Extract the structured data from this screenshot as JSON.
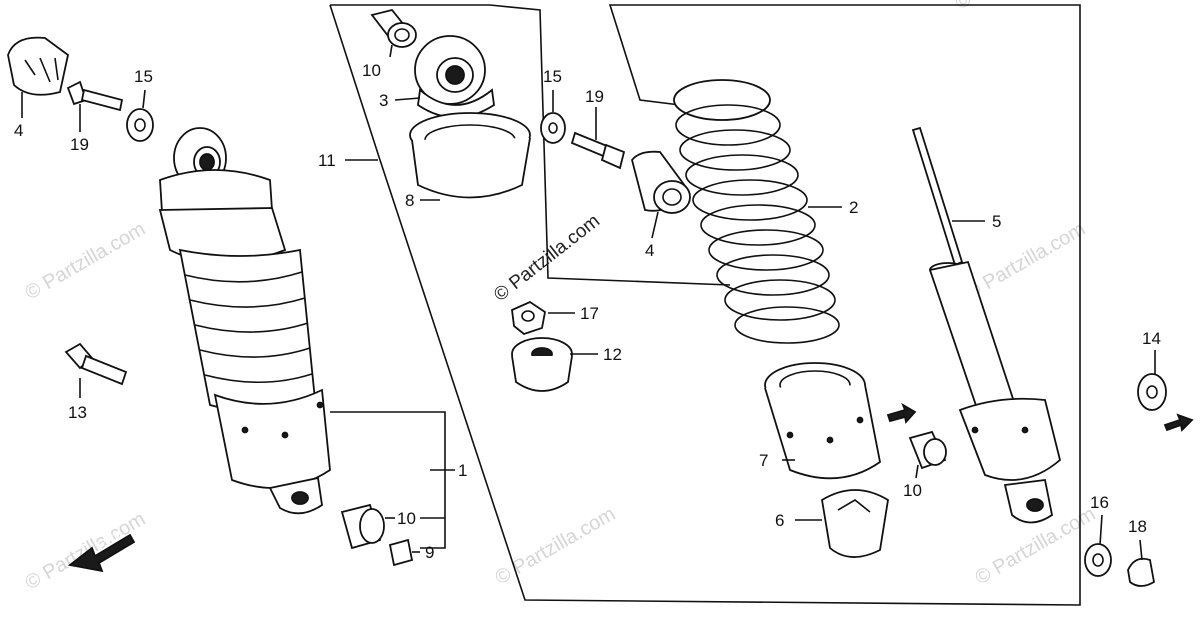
{
  "watermark": "© Partzilla.com",
  "copyright_text": "© Partzilla.com",
  "fwd_label": "FWD",
  "callouts": {
    "c1": "1",
    "c2": "2",
    "c3": "3",
    "c4a": "4",
    "c4b": "4",
    "c5": "5",
    "c6": "6",
    "c7": "7",
    "c8": "8",
    "c9": "9",
    "c10a": "10",
    "c10b": "10",
    "c10c": "10",
    "c11": "11",
    "c12": "12",
    "c13": "13",
    "c14": "14",
    "c15a": "15",
    "c15b": "15",
    "c16": "16",
    "c17": "17",
    "c18": "18",
    "c19a": "19",
    "c19b": "19"
  }
}
